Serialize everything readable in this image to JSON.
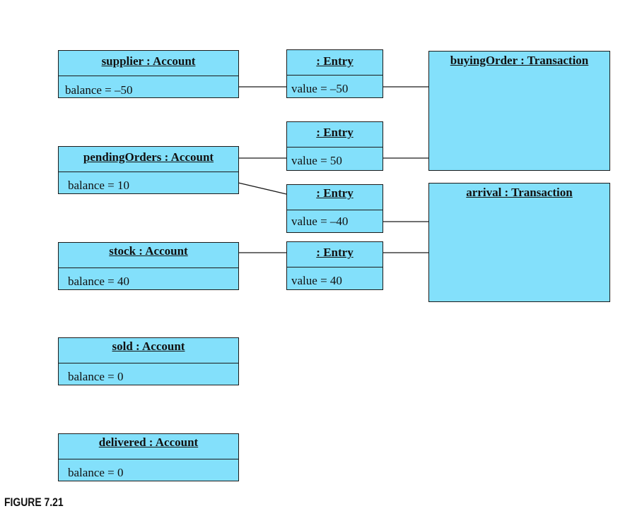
{
  "accounts": [
    {
      "id": "supplier",
      "title": "supplier : Account",
      "attr": "balance = –50"
    },
    {
      "id": "pending",
      "title": "pendingOrders : Account",
      "attr": "balance = 10"
    },
    {
      "id": "stock",
      "title": "stock : Account",
      "attr": "balance = 40"
    },
    {
      "id": "sold",
      "title": "sold : Account",
      "attr": "balance = 0"
    },
    {
      "id": "delivered",
      "title": "delivered : Account",
      "attr": "balance = 0"
    }
  ],
  "entries": [
    {
      "id": "e1",
      "title": ": Entry",
      "attr": "value = –50"
    },
    {
      "id": "e2",
      "title": ": Entry",
      "attr": "value = 50"
    },
    {
      "id": "e3",
      "title": ": Entry",
      "attr": "value = –40"
    },
    {
      "id": "e4",
      "title": ": Entry",
      "attr": "value = 40"
    }
  ],
  "transactions": [
    {
      "id": "buying",
      "title": "buyingOrder : Transaction"
    },
    {
      "id": "arrival",
      "title": "arrival : Transaction"
    }
  ],
  "caption": "FIGURE 7.21",
  "colors": {
    "box_fill": "#83e0fb",
    "stroke": "#1a1a1a"
  }
}
